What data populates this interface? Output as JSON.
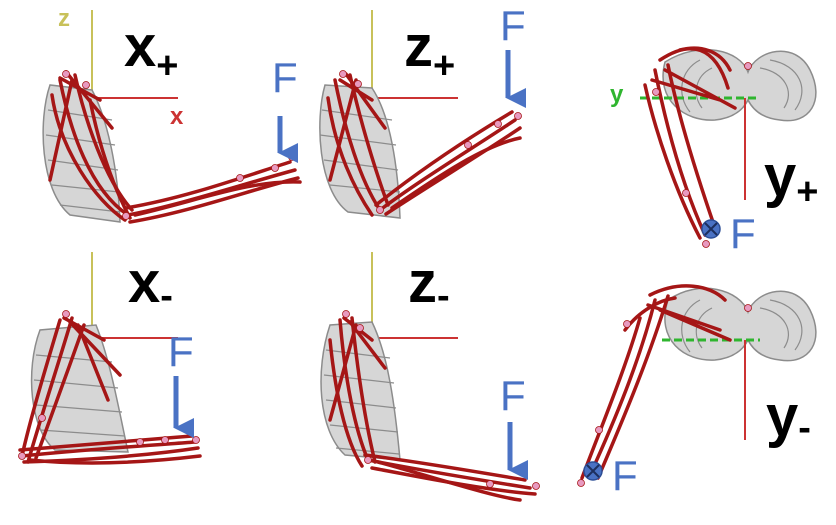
{
  "colors": {
    "z_axis": "#c8c15a",
    "x_axis": "#cc3333",
    "y_axis": "#2fb52f",
    "muscle": "#a51616",
    "muscle_dark": "#7a0d0d",
    "bone": "#d6d6d6",
    "bone_edge": "#8c8c8c",
    "marker": "#e89ac0",
    "force": "#4a72c4",
    "text": "#000000"
  },
  "panels": [
    {
      "id": "xplus",
      "main": "x",
      "sign": "+",
      "force": "F",
      "axis_z": "z",
      "axis_x": "x"
    },
    {
      "id": "zplus",
      "main": "z",
      "sign": "+",
      "force": "F"
    },
    {
      "id": "yplus",
      "main": "y",
      "sign": "+",
      "force": "F",
      "axis_y": "y"
    },
    {
      "id": "xminus",
      "main": "x",
      "sign": "-",
      "force": "F"
    },
    {
      "id": "zminus",
      "main": "z",
      "sign": "-",
      "force": "F"
    },
    {
      "id": "yminus",
      "main": "y",
      "sign": "-",
      "force": "F"
    }
  ]
}
